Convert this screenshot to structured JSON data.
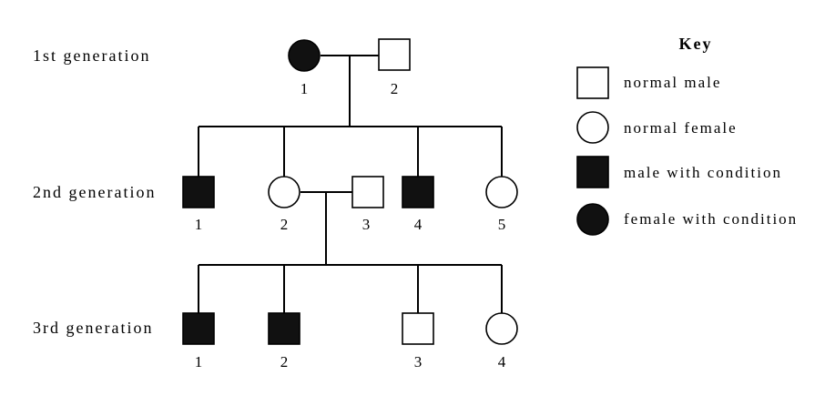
{
  "generations": [
    {
      "label": "1st generation"
    },
    {
      "label": "2nd generation"
    },
    {
      "label": "3rd generation"
    }
  ],
  "individuals": {
    "g1_1": {
      "label": "1",
      "sex": "female",
      "affected": true
    },
    "g1_2": {
      "label": "2",
      "sex": "male",
      "affected": false
    },
    "g2_1": {
      "label": "1",
      "sex": "male",
      "affected": true
    },
    "g2_2": {
      "label": "2",
      "sex": "female",
      "affected": false
    },
    "g2_3": {
      "label": "3",
      "sex": "male",
      "affected": false
    },
    "g2_4": {
      "label": "4",
      "sex": "male",
      "affected": true
    },
    "g2_5": {
      "label": "5",
      "sex": "female",
      "affected": false
    },
    "g3_1": {
      "label": "1",
      "sex": "male",
      "affected": true
    },
    "g3_2": {
      "label": "2",
      "sex": "male",
      "affected": true
    },
    "g3_3": {
      "label": "3",
      "sex": "male",
      "affected": false
    },
    "g3_4": {
      "label": "4",
      "sex": "female",
      "affected": false
    }
  },
  "key": {
    "title": "Key",
    "items": [
      {
        "label": "normal male",
        "shape": "square",
        "filled": false
      },
      {
        "label": "normal female",
        "shape": "circle",
        "filled": false
      },
      {
        "label": "male with condition",
        "shape": "square",
        "filled": true
      },
      {
        "label": "female with condition",
        "shape": "circle",
        "filled": true
      }
    ]
  },
  "colors": {
    "affected": "#111111",
    "normal": "#ffffff",
    "line": "#000000"
  }
}
